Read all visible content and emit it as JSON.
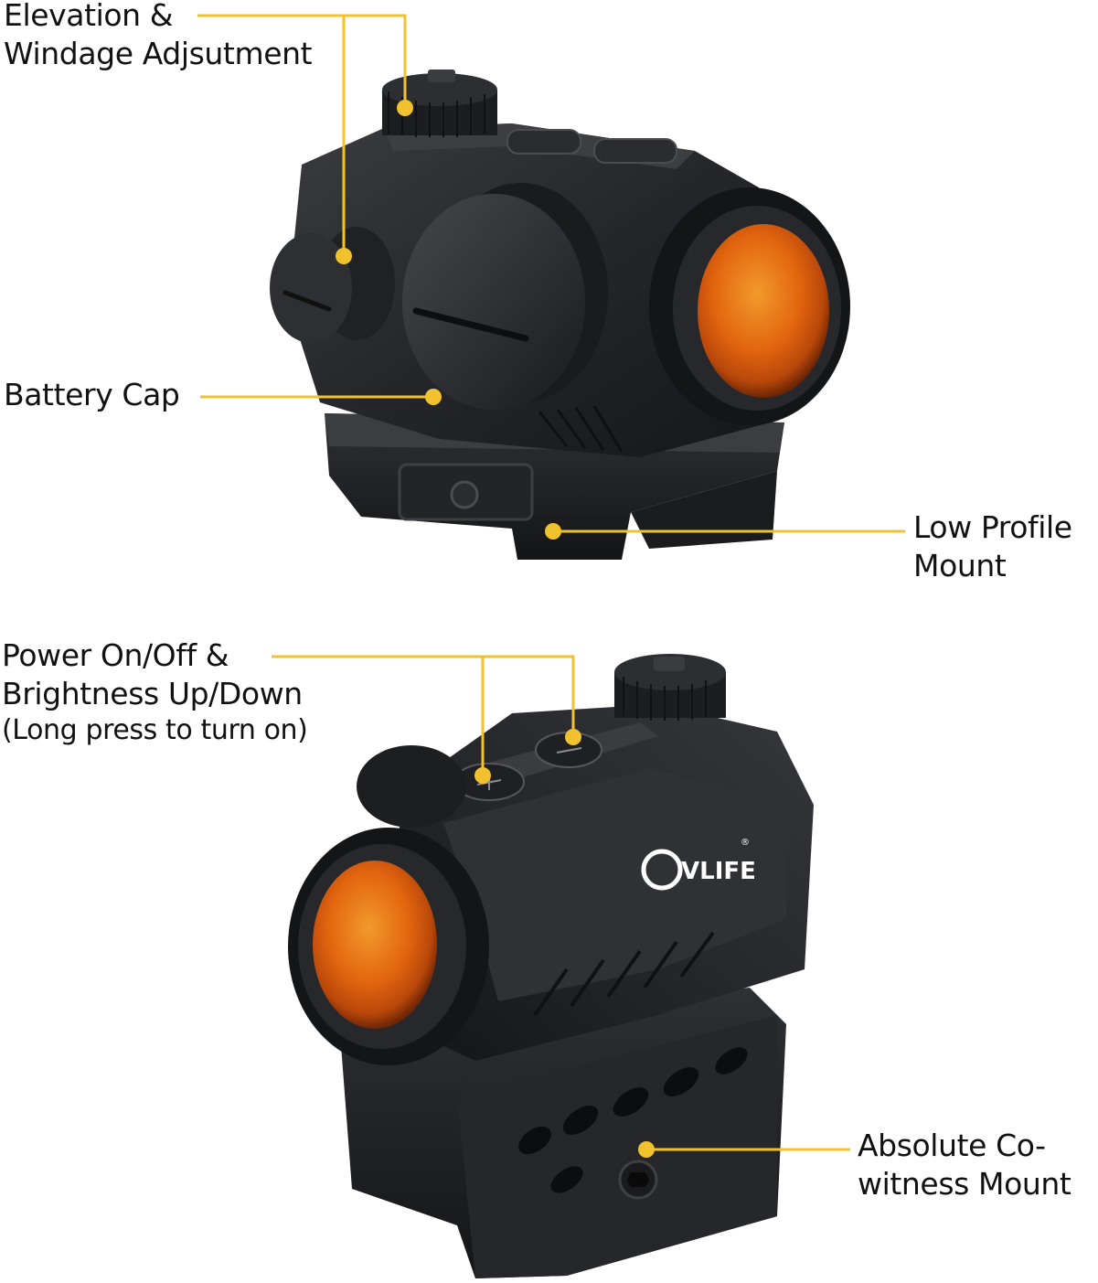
{
  "callouts": {
    "elevation": {
      "line1": "Elevation &",
      "line2": "Windage Adjsutment"
    },
    "battery": {
      "line1": "Battery Cap"
    },
    "low_profile": {
      "line1": "Low Profile",
      "line2": "Mount"
    },
    "power": {
      "line1": "Power On/Off &",
      "line2": "Brightness Up/Down",
      "line3": "(Long press to turn on)"
    },
    "absolute": {
      "line1": "Absolute Co-",
      "line2": "witness Mount"
    }
  },
  "brand": {
    "logo_text": "VLIFE",
    "registered": "®"
  },
  "colors": {
    "callout": "#f2c12e",
    "text": "#111111",
    "body_dark": "#1d1e20",
    "body_mid": "#2c2e31",
    "lens_orange": "#e86a12",
    "background": "#ffffff"
  },
  "icons": {
    "button_plus": "plus-icon",
    "button_minus": "minus-icon",
    "callout_marker": "dot-marker-icon"
  }
}
